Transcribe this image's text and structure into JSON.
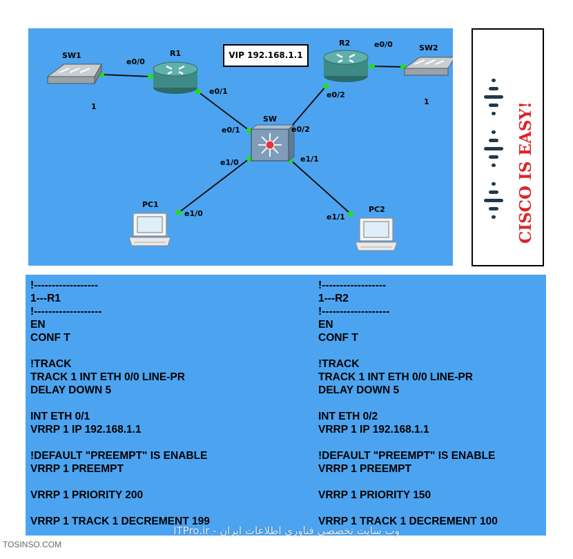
{
  "topology": {
    "vip_label": "VIP 192.168.1.1",
    "devices": {
      "sw1": "SW1",
      "r1": "R1",
      "r2": "R2",
      "sw2": "SW2",
      "sw": "SW",
      "pc1": "PC1",
      "pc2": "PC2"
    },
    "ports": {
      "sw1_r1": "e0/0",
      "r1_down": "e0/1",
      "r2_right": "e0/0",
      "r2_down": "e0/2",
      "sw_left_up": "e0/1",
      "sw_right_up": "e0/2",
      "sw_left_down": "e1/0",
      "sw_right_down": "e1/1",
      "pc1_port": "e1/0",
      "pc2_port": "e1/1"
    },
    "notes": {
      "sw1_note": "1",
      "sw2_note": "1"
    }
  },
  "logo": {
    "text": "CISCO IS EASY!",
    "bar_color": "#1f3a4d",
    "text_color": "#d9262a"
  },
  "config": {
    "left": [
      "!------------------",
      "1---R1",
      "!-------------------",
      "EN",
      "CONF T",
      "",
      "!TRACK",
      "TRACK 1 INT ETH 0/0 LINE-PR",
      "DELAY DOWN 5",
      "",
      "INT ETH 0/1",
      "VRRP 1 IP 192.168.1.1",
      "",
      "!DEFAULT \"PREEMPT\" IS ENABLE",
      "VRRP 1 PREEMPT",
      "",
      "VRRP 1 PRIORITY 200",
      "",
      "VRRP 1 TRACK 1 DECREMENT 199"
    ],
    "right": [
      "!------------------",
      "1---R2",
      "!-------------------",
      "EN",
      "CONF T",
      "",
      "!TRACK",
      "TRACK 1 INT ETH 0/0 LINE-PR",
      "DELAY DOWN 5",
      "",
      "INT ETH 0/2",
      "VRRP 1 IP 192.168.1.1",
      "",
      "!DEFAULT \"PREEMPT\" IS ENABLE",
      "VRRP 1 PREEMPT",
      "",
      "VRRP 1 PRIORITY 150",
      "",
      "VRRP 1 TRACK 1 DECREMENT 100"
    ]
  },
  "watermark": "ITPro.ir - وب سایت تخصصی فناوری اطلاعات ایران",
  "footer": "TOSINSO.COM",
  "colors": {
    "panel_bg": "#4ca4f0",
    "link_dot": "#22dd22",
    "router_color": "#3d8a86"
  }
}
